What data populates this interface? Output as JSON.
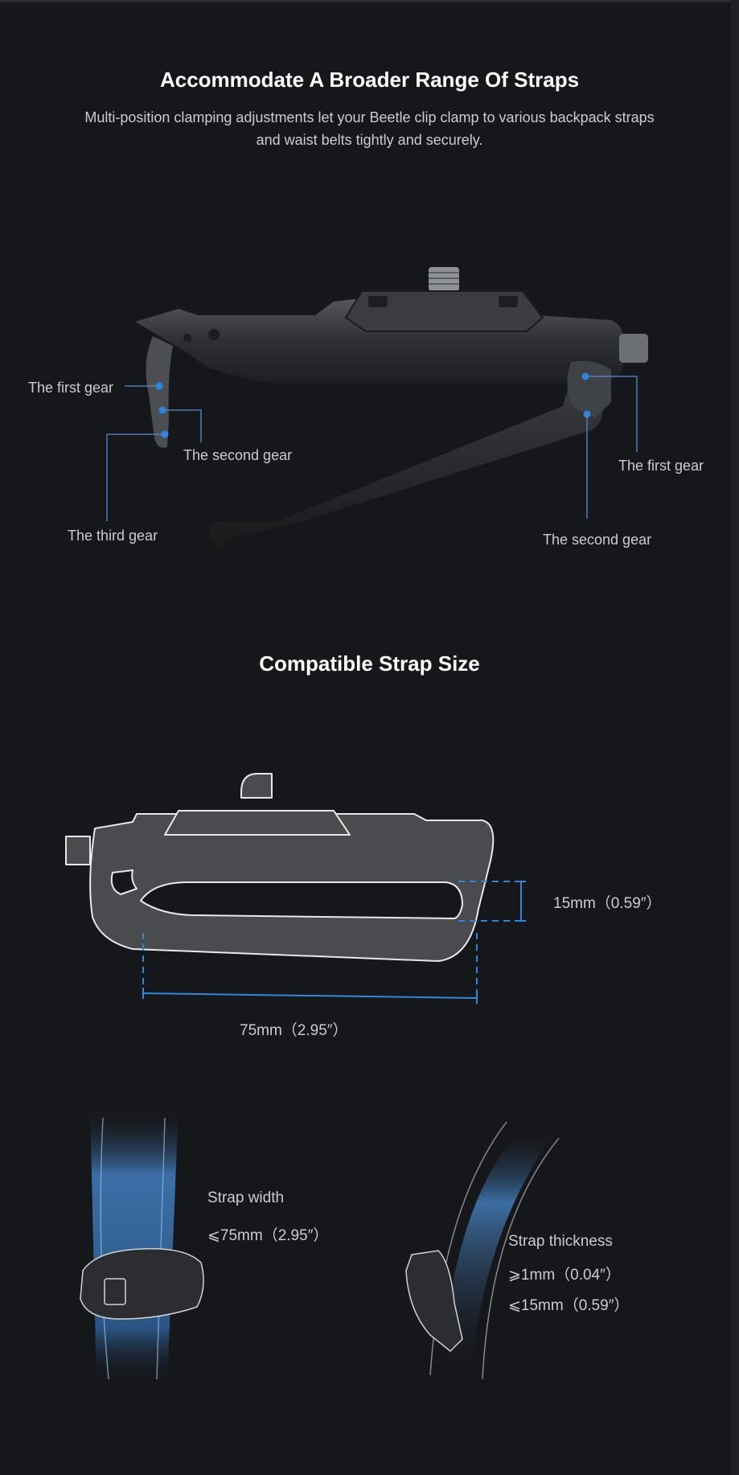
{
  "section1": {
    "title": "Accommodate A Broader Range Of Straps",
    "subtitle": "Multi-position clamping adjustments let your Beetle clip clamp to various backpack straps and waist belts tightly and securely.",
    "left_labels": {
      "first": "The first gear",
      "second": "The second gear",
      "third": "The third gear"
    },
    "right_labels": {
      "first": "The first gear",
      "second": "The second gear"
    }
  },
  "section2": {
    "title": "Compatible Strap Size",
    "height_dim": "15mm（0.59″）",
    "width_dim": "75mm（2.95″）"
  },
  "section3": {
    "width_title": "Strap width",
    "width_value": "⩽75mm（2.95″）",
    "thickness_title": "Strap thickness",
    "thickness_min": "⩾1mm（0.04″）",
    "thickness_max": "⩽15mm（0.59″）"
  },
  "colors": {
    "background": "#16171a",
    "accent_blue": "#2f86e0",
    "leader_line": "#4a7fb8"
  }
}
